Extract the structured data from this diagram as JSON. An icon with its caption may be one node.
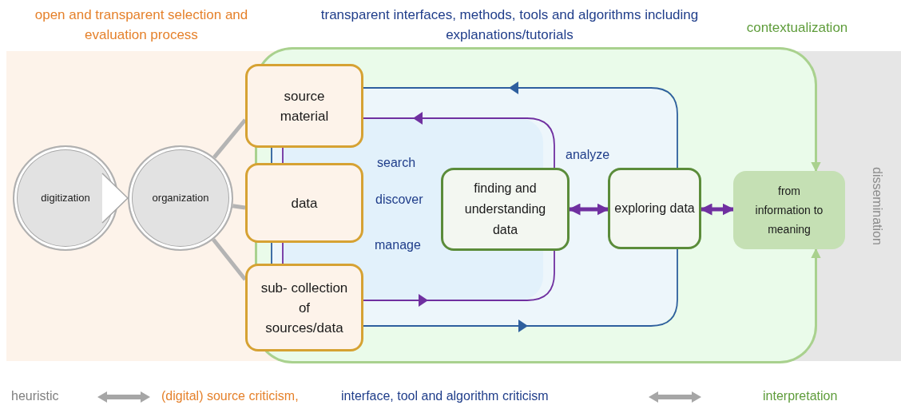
{
  "diagram": {
    "nodes": [
      {
        "text": [
          "open and transparent selection and evaluation process"
        ]
      },
      {
        "text": [
          "digitization"
        ],
        "in": 0
      },
      {
        "text": [
          "organization"
        ],
        "in": 0
      },
      {
        "text": [
          "contextualization"
        ]
      },
      {
        "text": [
          "source material"
        ]
      },
      {
        "text": [
          "data"
        ]
      },
      {
        "text": [
          "sub- collection of sources/data"
        ]
      },
      {
        "text": [
          "finding and understanding data"
        ],
        "in": 3
      },
      {
        "text": [
          "exploring data"
        ],
        "in": 3
      },
      {
        "text": [
          "from information to meaning"
        ]
      },
      {
        "text": [
          "dissemination"
        ]
      }
    ],
    "edges": [
      {
        "from": 1,
        "to": 2,
        "arrow": "to",
        "color": "#a6a6a6"
      },
      {
        "from": 2,
        "to": 4,
        "arrow": "none",
        "style": "thick",
        "color": "#b4b4b4"
      },
      {
        "from": 2,
        "to": 5,
        "arrow": "none",
        "style": "thick",
        "color": "#b4b4b4"
      },
      {
        "from": 2,
        "to": 6,
        "arrow": "none",
        "style": "thick",
        "color": "#b4b4b4"
      },
      {
        "from": 4,
        "to": 5,
        "arrow": "none",
        "color": "#2e5f9e"
      },
      {
        "from": 4,
        "to": 5,
        "arrow": "none",
        "color": "#7030a0"
      },
      {
        "from": 5,
        "to": 6,
        "arrow": "none",
        "color": "#2e5f9e"
      },
      {
        "from": 5,
        "to": 6,
        "arrow": "none",
        "color": "#7030a0"
      },
      {
        "from": 6,
        "to": 7,
        "arrow": "to",
        "color": "#7030a0"
      },
      {
        "from": 7,
        "to": 4,
        "arrow": "to",
        "color": "#7030a0"
      },
      {
        "from": 6,
        "to": 8,
        "arrow": "to",
        "color": "#2e5f9e"
      },
      {
        "from": 8,
        "to": 4,
        "arrow": "to",
        "color": "#2e5f9e"
      },
      {
        "from": 7,
        "to": 8,
        "arrow": "both",
        "style": "thick",
        "color": "#7030a0"
      },
      {
        "from": 8,
        "to": 9,
        "arrow": "both",
        "style": "thick",
        "color": "#7030a0"
      },
      {
        "from": 3,
        "to": 9,
        "arrow": "to",
        "color": "#a9d18e"
      },
      {
        "from": 3,
        "to": 9,
        "arrow": "to",
        "color": "#a9d18e"
      }
    ],
    "labels": [
      "transparent interfaces, methods, tools and algorithms including explanations/tutorials",
      "search",
      "discover",
      "manage",
      "analyze",
      "heuristic",
      "(digital) source criticism,",
      "interface, tool and algorithm criticism",
      "interpretation"
    ]
  }
}
